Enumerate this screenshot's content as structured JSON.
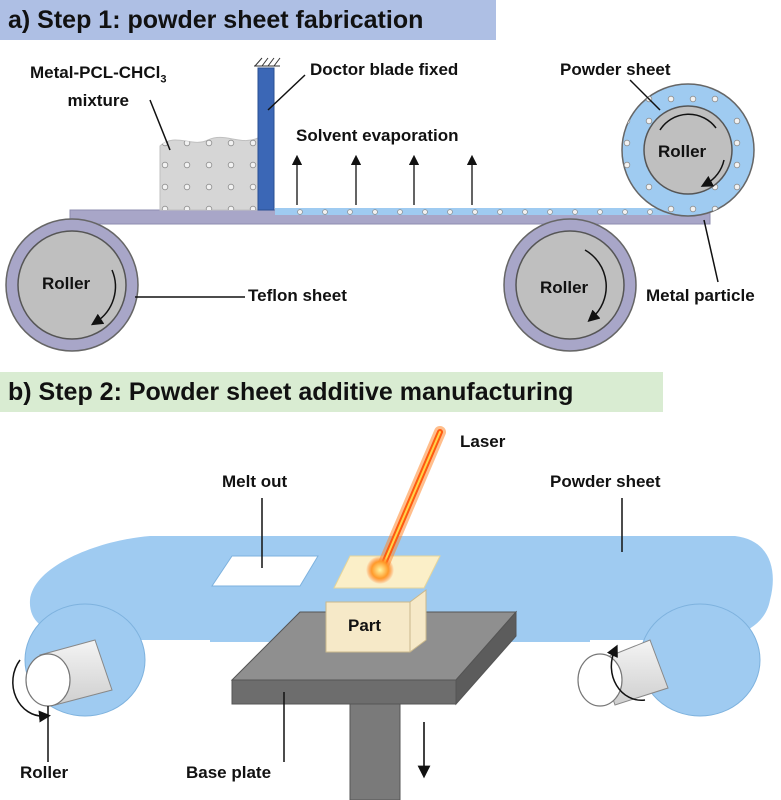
{
  "panel_a": {
    "title": "a) Step 1: powder sheet fabrication",
    "mixture_label_line1": "Metal-PCL-CHCl",
    "mixture_label_sub": "3",
    "mixture_label_line2": "mixture",
    "doctor_blade": "Doctor blade fixed",
    "solvent": "Solvent evaporation",
    "powder_sheet": "Powder sheet",
    "roller": "Roller",
    "teflon": "Teflon sheet",
    "metal_particle": "Metal particle"
  },
  "panel_b": {
    "title": "b) Step 2: Powder sheet additive manufacturing",
    "laser": "Laser",
    "melt_out": "Melt out",
    "powder_sheet": "Powder sheet",
    "part": "Part",
    "roller": "Roller",
    "base_plate": "Base plate"
  },
  "colors": {
    "title_a_bg": "#aebfe4",
    "title_b_bg": "#d9ecd2",
    "sheet_blue": "#9fcbf1",
    "roller_grey": "#bfbfbf",
    "roller_ring": "#a8a6c8",
    "blade": "#3b67b6",
    "laser": "#ff6a1a"
  }
}
